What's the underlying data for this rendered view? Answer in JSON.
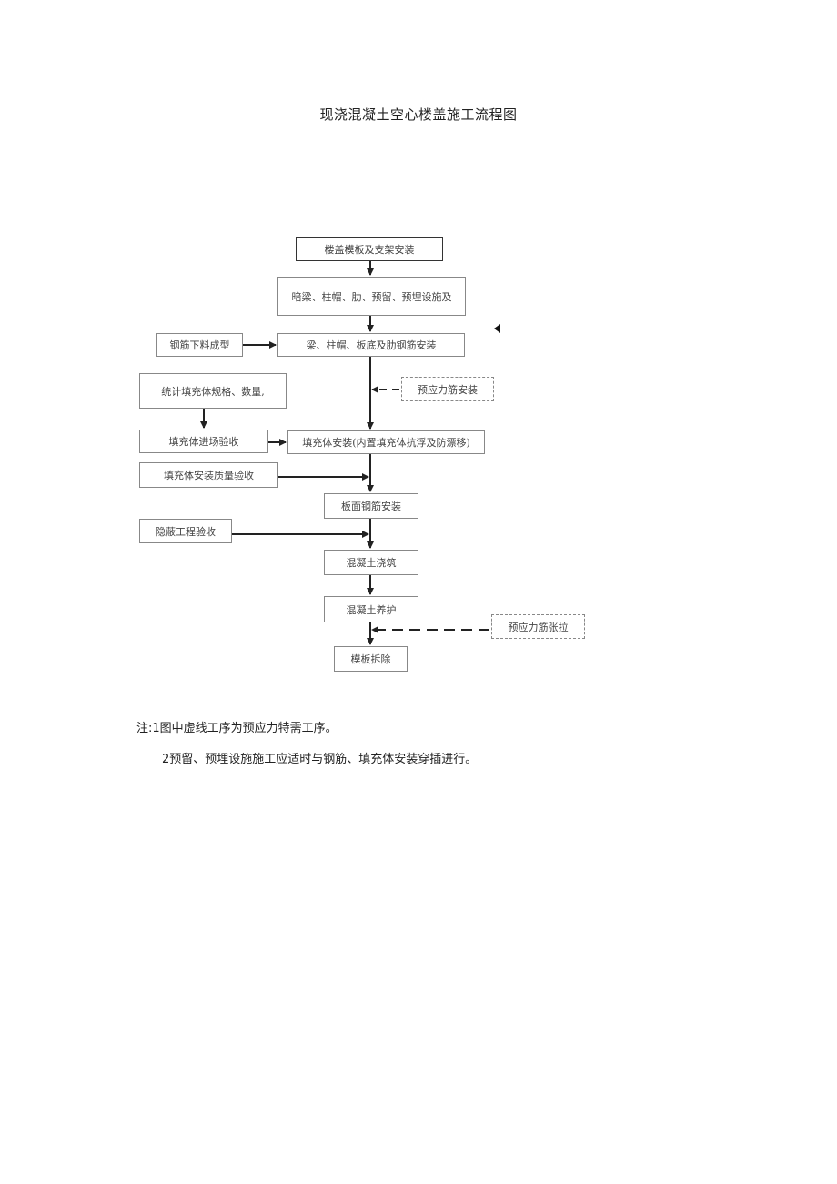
{
  "title": "现浇混凝土空心楼盖施工流程图",
  "flowchart": {
    "nodes": [
      {
        "id": "n1",
        "label": "楼盖模板及支架安装",
        "style": "solid-strong"
      },
      {
        "id": "n2",
        "label": "暗梁、柱帽、肋、预留、预埋设施及",
        "style": "solid"
      },
      {
        "id": "n3",
        "label": "梁、柱帽、板底及肋钢筋安装",
        "style": "solid"
      },
      {
        "id": "n4",
        "label": "钢筋下料成型",
        "style": "solid"
      },
      {
        "id": "n5",
        "label": "统计填充体规格、数量,",
        "style": "solid"
      },
      {
        "id": "n6",
        "label": "预应力筋安装",
        "style": "dashed"
      },
      {
        "id": "n7",
        "label": "填充体进场验收",
        "style": "solid"
      },
      {
        "id": "n8",
        "label": "填充体安装(内置填充体抗浮及防漂移)",
        "style": "solid"
      },
      {
        "id": "n9",
        "label": "填充体安装质量验收",
        "style": "solid"
      },
      {
        "id": "n10",
        "label": "板面钢筋安装",
        "style": "solid"
      },
      {
        "id": "n11",
        "label": "隐蔽工程验收",
        "style": "solid"
      },
      {
        "id": "n12",
        "label": "混凝土浇筑",
        "style": "solid"
      },
      {
        "id": "n13",
        "label": "混凝土养护",
        "style": "solid"
      },
      {
        "id": "n14",
        "label": "模板拆除",
        "style": "solid"
      },
      {
        "id": "n15",
        "label": "预应力筋张拉",
        "style": "dashed"
      }
    ],
    "edges": [
      {
        "from": "n1",
        "to": "n2",
        "style": "solid"
      },
      {
        "from": "n2",
        "to": "n3",
        "style": "solid"
      },
      {
        "from": "n4",
        "to": "n3",
        "style": "solid"
      },
      {
        "from": "n3",
        "to": "n8",
        "style": "solid"
      },
      {
        "from": "n6",
        "to": "n3-n8 line",
        "style": "dashed"
      },
      {
        "from": "n5",
        "to": "n7",
        "style": "solid"
      },
      {
        "from": "n7",
        "to": "n8",
        "style": "solid"
      },
      {
        "from": "n8",
        "to": "n10",
        "style": "solid"
      },
      {
        "from": "n9",
        "to": "n8-n10 line",
        "style": "solid"
      },
      {
        "from": "n10",
        "to": "n12",
        "style": "solid"
      },
      {
        "from": "n11",
        "to": "n10-n12 line",
        "style": "solid"
      },
      {
        "from": "n12",
        "to": "n13",
        "style": "solid"
      },
      {
        "from": "n13",
        "to": "n14",
        "style": "solid"
      },
      {
        "from": "n15",
        "to": "n13-n14 line",
        "style": "dashed"
      }
    ]
  },
  "notes": {
    "line1": "注:1图中虚线工序为预应力特需工序。",
    "line2": "2预留、预埋设施施工应适时与钢筋、填充体安装穿插进行。"
  },
  "colors": {
    "line": "#222222",
    "box_border": "#888888",
    "strong_border": "#333333"
  }
}
